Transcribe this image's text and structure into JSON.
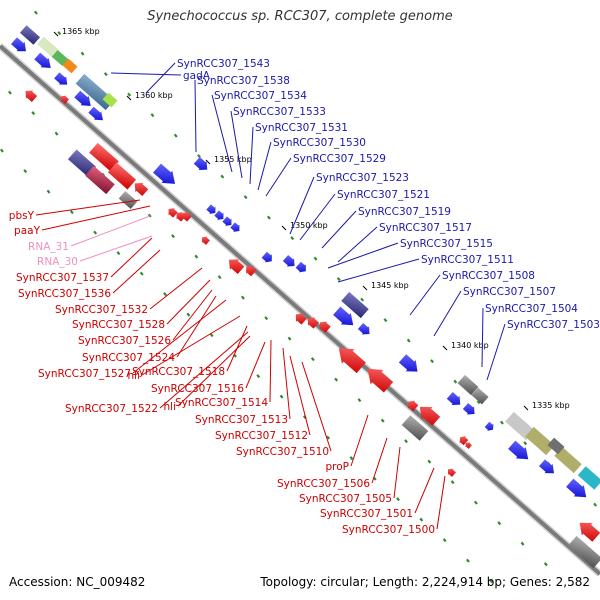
{
  "title": "Synechococcus sp. RCC307, complete genome",
  "footer": {
    "accession": "Accession: NC_009482",
    "topology": "Topology: circular; Length: 2,224,914 bp; Genes: 2,582"
  },
  "colors": {
    "backbone": "#7a7a7a",
    "forward_label": "#1a1aa8",
    "reverse_label": "#cc0000",
    "rna_label": "#f090c0",
    "tick": "#2e8b2e"
  },
  "kbp_marks": [
    "1365 kbp",
    "1360 kbp",
    "1355 kbp",
    "1350 kbp",
    "1345 kbp",
    "1340 kbp",
    "1335 kbp"
  ],
  "forward_labels": [
    "gadA",
    "SynRCC307_1543",
    "SynRCC307_1538",
    "SynRCC307_1534",
    "SynRCC307_1533",
    "SynRCC307_1531",
    "SynRCC307_1530",
    "SynRCC307_1529",
    "SynRCC307_1523",
    "SynRCC307_1521",
    "SynRCC307_1519",
    "SynRCC307_1517",
    "SynRCC307_1515",
    "SynRCC307_1511",
    "SynRCC307_1508",
    "SynRCC307_1507",
    "SynRCC307_1504",
    "SynRCC307_1503"
  ],
  "reverse_labels": [
    "pbsY",
    "paaY",
    "RNA_31",
    "RNA_30",
    "SynRCC307_1537",
    "SynRCC307_1536",
    "SynRCC307_1532",
    "SynRCC307_1528",
    "SynRCC307_1526",
    "SynRCC307_1524",
    "SynRCC307_1527",
    "hli",
    "SynRCC307_1518",
    "SynRCC307_1522",
    "hli",
    "SynRCC307_1516",
    "SynRCC307_1514",
    "SynRCC307_1513",
    "SynRCC307_1512",
    "SynRCC307_1510",
    "proP",
    "SynRCC307_1506",
    "SynRCC307_1505",
    "SynRCC307_1501",
    "SynRCC307_1500"
  ]
}
